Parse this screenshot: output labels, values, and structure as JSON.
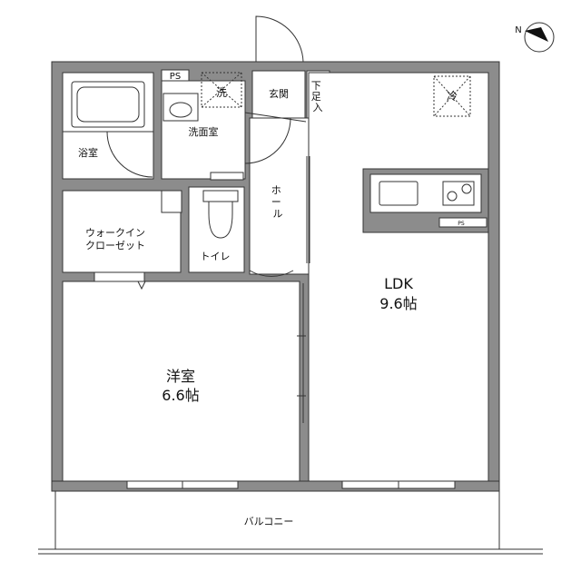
{
  "labels": {
    "ps_top": "PS",
    "laundry": "洗",
    "entrance": "玄関",
    "shoe_box": "下足入",
    "refrigerator": "冷",
    "washroom": "洗面室",
    "bathroom": "浴室",
    "hall": "ホール",
    "walk_in_closet_line1": "ウォークイン",
    "walk_in_closet_line2": "クローゼット",
    "toilet": "トイレ",
    "ps_kitchen": "PS",
    "ldk_name": "LDK",
    "ldk_size": "9.6帖",
    "western_room_name": "洋室",
    "western_room_size": "6.6帖",
    "balcony": "バルコニー",
    "compass": "N"
  },
  "colors": {
    "wall": "#8c8c8c",
    "line": "#333333",
    "floor": "#ffffff"
  }
}
